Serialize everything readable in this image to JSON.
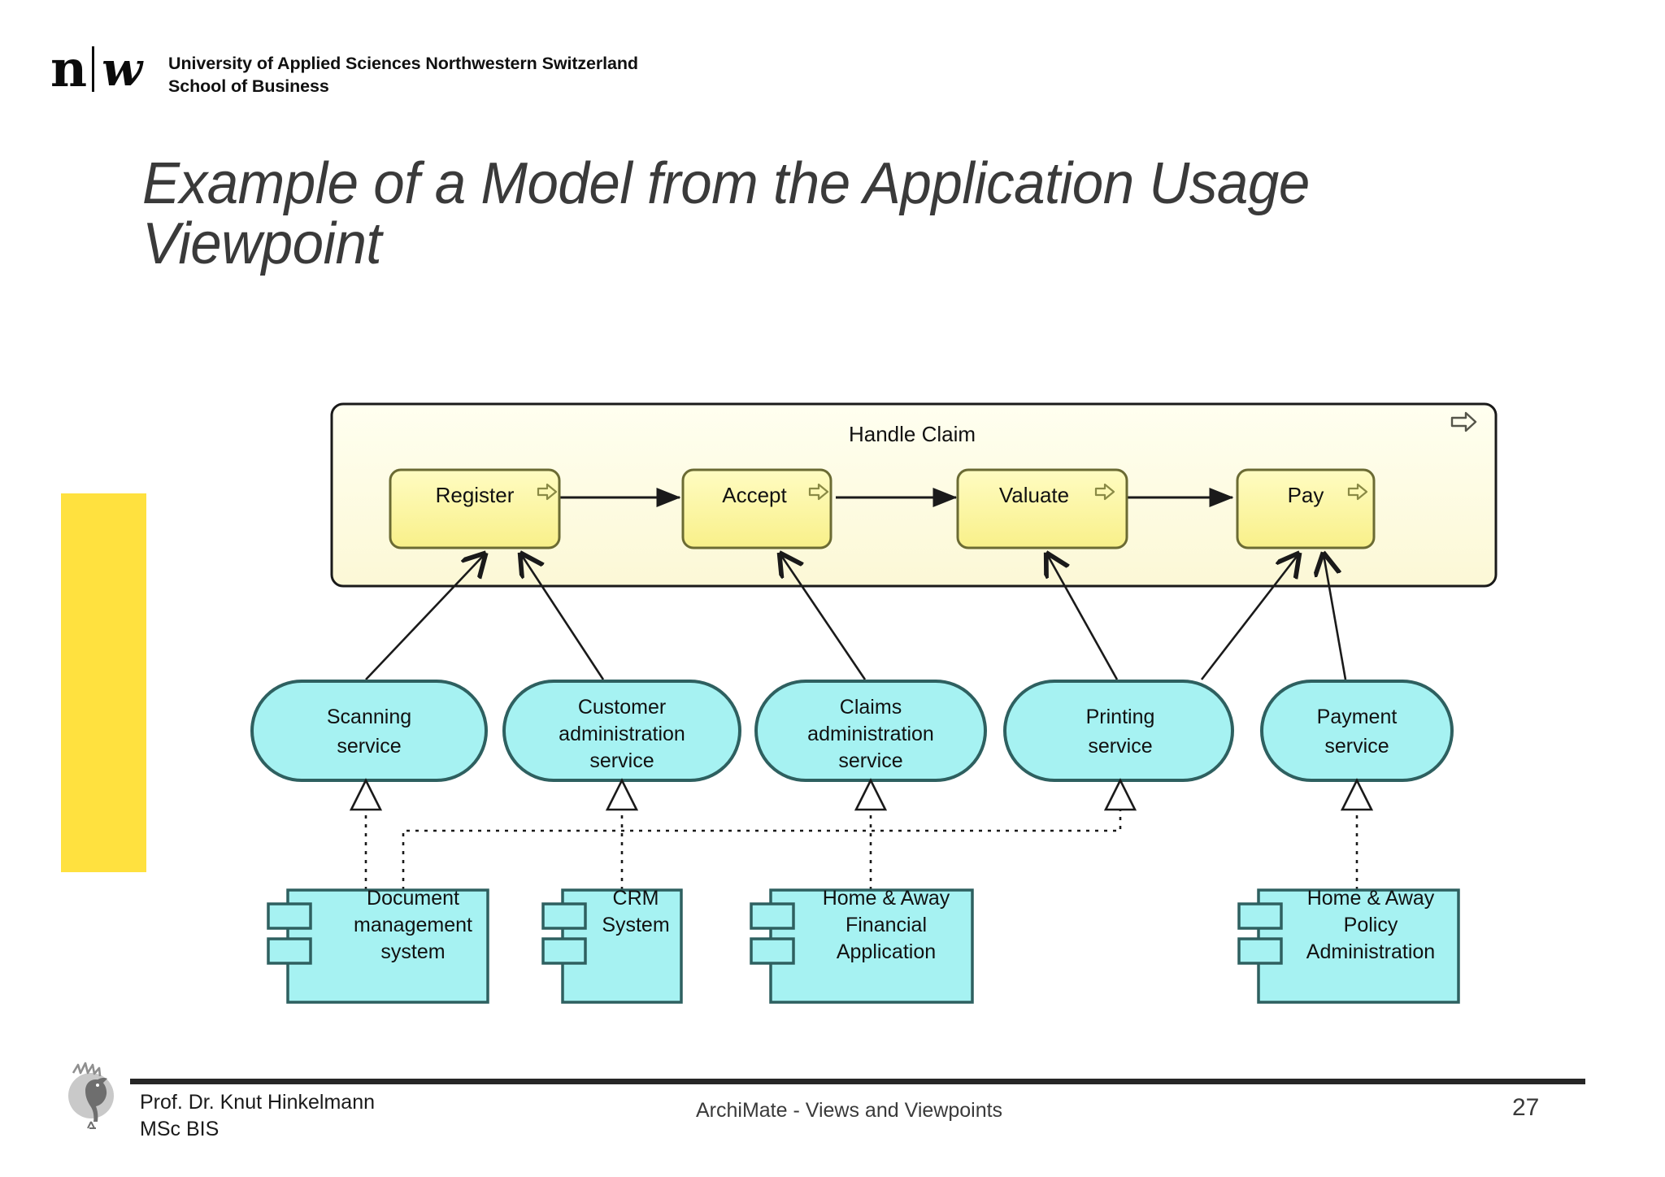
{
  "brand": {
    "mark_n": "n",
    "mark_w": "w",
    "line1": "University of Applied Sciences Northwestern Switzerland",
    "line2": "School of Business"
  },
  "slide": {
    "title": "Example of a Model from the Application Usage Viewpoint",
    "accent_color": "#FFE13F"
  },
  "footer": {
    "author_line1": "Prof. Dr. Knut Hinkelmann",
    "author_line2": "MSc BIS",
    "center": "ArchiMate - Views and Viewpoints",
    "page": "27",
    "rooster_icon": "rooster-icon"
  },
  "diagram": {
    "type": "archimate-application-usage-viewpoint",
    "colors": {
      "business_fill": "#FFFCDE",
      "process_fill": "#FFF9A8",
      "process_stroke": "#6B6B33",
      "application_fill": "#A6F2F2",
      "application_stroke": "#2E6060",
      "line": "#1a1a1a"
    },
    "business_container": {
      "label": "Handle Claim",
      "icon": "process-arrow-icon",
      "element_type": "business-process-container"
    },
    "processes": [
      {
        "id": "register",
        "label": "Register",
        "icon": "process-arrow-icon"
      },
      {
        "id": "accept",
        "label": "Accept",
        "icon": "process-arrow-icon"
      },
      {
        "id": "valuate",
        "label": "Valuate",
        "icon": "process-arrow-icon"
      },
      {
        "id": "pay",
        "label": "Pay",
        "icon": "process-arrow-icon"
      }
    ],
    "process_flow": [
      {
        "from": "register",
        "to": "accept"
      },
      {
        "from": "accept",
        "to": "valuate"
      },
      {
        "from": "valuate",
        "to": "pay"
      }
    ],
    "application_services": [
      {
        "id": "scanning",
        "lines": [
          "Scanning",
          "service"
        ]
      },
      {
        "id": "customer-admin",
        "lines": [
          "Customer",
          "administration",
          "service"
        ]
      },
      {
        "id": "claims-admin",
        "lines": [
          "Claims",
          "administration",
          "service"
        ]
      },
      {
        "id": "printing",
        "lines": [
          "Printing",
          "service"
        ]
      },
      {
        "id": "payment",
        "lines": [
          "Payment",
          "service"
        ]
      }
    ],
    "application_components": [
      {
        "id": "dms",
        "lines": [
          "Document",
          "management",
          "system"
        ]
      },
      {
        "id": "crm",
        "lines": [
          "CRM",
          "System"
        ]
      },
      {
        "id": "haf",
        "lines": [
          "Home & Away",
          "Financial",
          "Application"
        ]
      },
      {
        "id": "hap",
        "lines": [
          "Home & Away",
          "Policy",
          "Administration"
        ]
      }
    ],
    "used_by_relations": [
      {
        "from": "scanning",
        "to": "register"
      },
      {
        "from": "customer-admin",
        "to": "register"
      },
      {
        "from": "claims-admin",
        "to": "accept"
      },
      {
        "from": "printing",
        "to": "valuate"
      },
      {
        "from": "printing",
        "to": "pay"
      },
      {
        "from": "payment",
        "to": "pay"
      }
    ],
    "realization_relations": [
      {
        "from": "dms",
        "to": "scanning"
      },
      {
        "from": "dms",
        "to": "printing"
      },
      {
        "from": "crm",
        "to": "customer-admin"
      },
      {
        "from": "haf",
        "to": "claims-admin"
      },
      {
        "from": "hap",
        "to": "payment"
      }
    ]
  }
}
